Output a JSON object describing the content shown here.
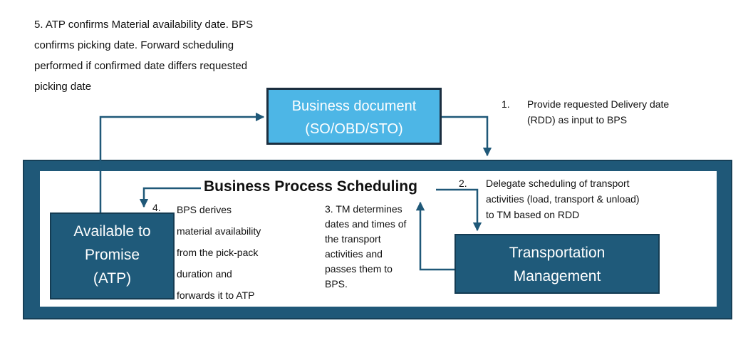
{
  "notes": {
    "note5_lines": [
      "5. ATP confirms Material availability date. BPS",
      "confirms picking date. Forward scheduling",
      "performed if confirmed date differs requested",
      "picking date"
    ],
    "note1_number": "1.",
    "note1_lines": [
      "Provide requested Delivery date",
      "(RDD) as input to BPS"
    ],
    "note2_number": "2.",
    "note2_lines": [
      "Delegate scheduling of transport",
      "activities (load, transport & unload)",
      "to TM based on RDD"
    ],
    "note3_lines": [
      "3. TM determines",
      "dates and times of",
      "the transport",
      "activities and",
      "passes them to",
      "BPS."
    ],
    "note4_number": "4.",
    "note4_lines": [
      "BPS derives",
      "material availability",
      "from the pick-pack",
      "duration and",
      "forwards it to ATP"
    ]
  },
  "boxes": {
    "business_document": [
      "Business document",
      "(SO/OBD/STO)"
    ],
    "bps_title": "Business Process Scheduling",
    "atp": [
      "Available to",
      "Promise",
      "(ATP)"
    ],
    "tm": [
      "Transportation",
      "Management"
    ]
  },
  "colors": {
    "outer_frame": "#1f5878",
    "business_document_fill": "#4db6e6",
    "dark_box_fill": "#1f5a7a",
    "arrow": "#1f5878"
  }
}
